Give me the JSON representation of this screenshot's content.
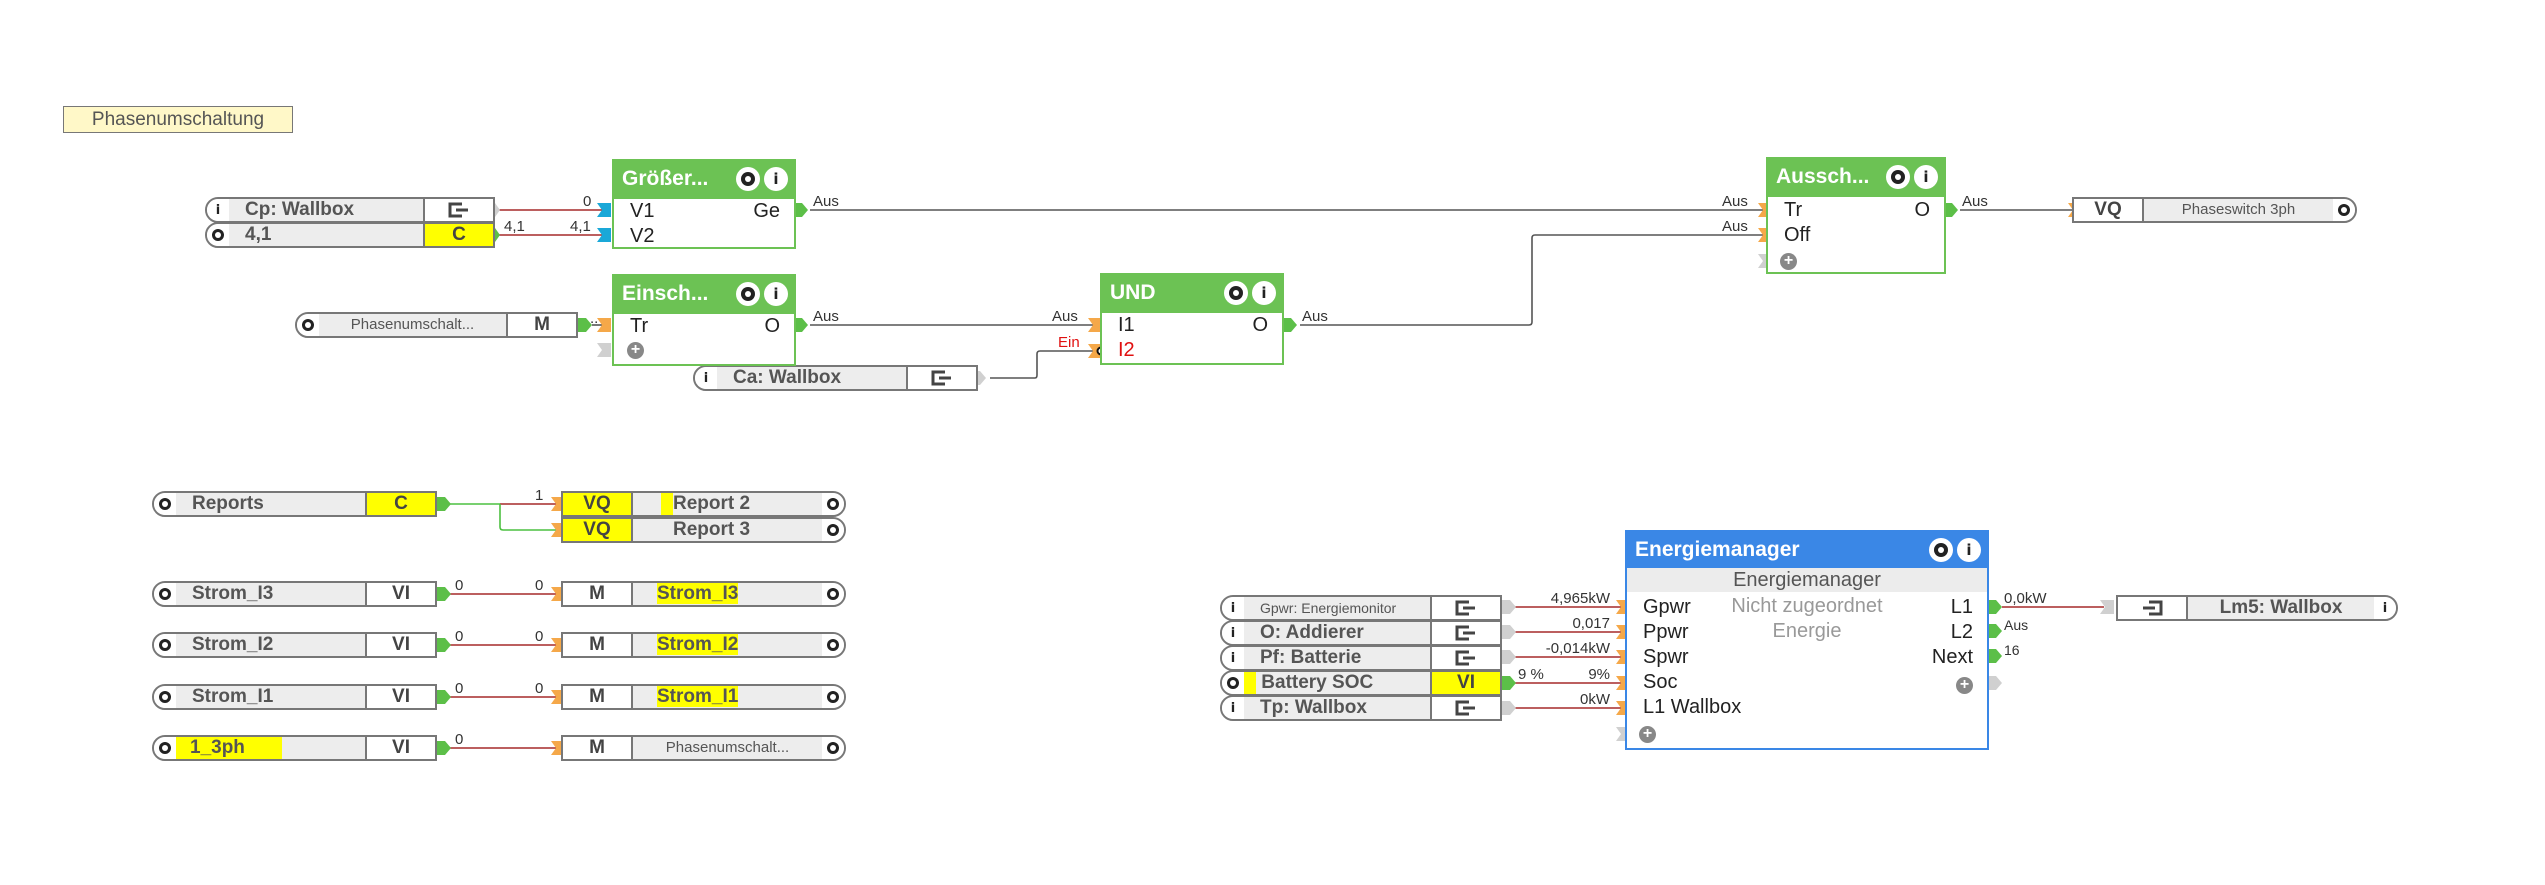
{
  "comment": "Phasenumschaltung",
  "colors": {
    "block_green": "#6cc254",
    "block_blue": "#3a87e6",
    "highlight": "#ffff00",
    "wire_red": "#a52a2a",
    "wire_gray": "#555555",
    "wire_green": "#4cc040",
    "input_orange": "#f5a849",
    "input_cyan": "#1aa8d8"
  },
  "nodes": {
    "cp_wallbox": {
      "name": "Cp: Wallbox",
      "icon": "exit-icon"
    },
    "const_41": {
      "name": "4,1",
      "type": "C"
    },
    "phasenumschalt_in": {
      "name": "Phasenumschalt...",
      "type": "M"
    },
    "ca_wallbox": {
      "name": "Ca: Wallbox",
      "icon": "exit-icon"
    },
    "phaseswitch": {
      "type": "VQ",
      "name": "Phaseswitch 3ph"
    },
    "reports": {
      "name": "Reports",
      "type": "C"
    },
    "report2": {
      "type": "VQ",
      "name": "Report 2"
    },
    "report3": {
      "type": "VQ",
      "name": "Report 3"
    },
    "strom_l3_src": {
      "name": "Strom_I3",
      "type": "VI"
    },
    "strom_l2_src": {
      "name": "Strom_I2",
      "type": "VI"
    },
    "strom_l1_src": {
      "name": "Strom_I1",
      "type": "VI"
    },
    "ph_src": {
      "name": "1_3ph",
      "type": "VI"
    },
    "strom_l3_dst": {
      "type": "M",
      "name": "Strom_I3"
    },
    "strom_l2_dst": {
      "type": "M",
      "name": "Strom_I2"
    },
    "strom_l1_dst": {
      "type": "M",
      "name": "Strom_I1"
    },
    "ph_dst": {
      "type": "M",
      "name": "Phasenumschalt..."
    },
    "gpwr": {
      "name": "Gpwr: Energiemonitor"
    },
    "addierer": {
      "name": "O: Addierer"
    },
    "batterie": {
      "name": "Pf: Batterie"
    },
    "battery_soc": {
      "name": "Battery SOC",
      "type": "VI"
    },
    "tp_wallbox": {
      "name": "Tp: Wallbox"
    },
    "lm5_wallbox": {
      "name": "Lm5: Wallbox"
    }
  },
  "blocks": {
    "groesser": {
      "title": "Größer...",
      "inputs": [
        "V1",
        "V2"
      ],
      "outputs": [
        "Ge"
      ]
    },
    "einsch": {
      "title": "Einsch...",
      "inputs": [
        "Tr"
      ],
      "outputs": [
        "O"
      ]
    },
    "und": {
      "title": "UND",
      "inputs": [
        "I1",
        "I2"
      ],
      "outputs": [
        "O"
      ]
    },
    "aussch": {
      "title": "Aussch...",
      "inputs": [
        "Tr",
        "Off"
      ],
      "outputs": [
        "O"
      ]
    },
    "energiemanager": {
      "title": "Energiemanager",
      "subtitle": "Energiemanager",
      "status1": "Nicht zugeordnet",
      "status2": "Energie",
      "inputs": [
        "Gpwr",
        "Ppwr",
        "Spwr",
        "Soc",
        "L1 Wallbox"
      ],
      "outputs": [
        "L1",
        "L2",
        "Next"
      ]
    }
  },
  "wire_labels": {
    "cp_v1": "0",
    "c41_out": "4,1",
    "c41_v2": "4,1",
    "groesser_out": "Aus",
    "aussch_tr": "Aus",
    "einsch_out": "Aus",
    "und_i1": "Aus",
    "und_i2": "Ein",
    "und_out": "Aus",
    "aussch_off": "Aus",
    "aussch_out": "Aus",
    "reports_out": "1",
    "l3_out": "0",
    "l3_in": "0",
    "l2_out": "0",
    "l2_in": "0",
    "l1_out": "0",
    "l1_in": "0",
    "ph_out": "0",
    "gpwr_in": "4,965kW",
    "ppwr_in": "0,017",
    "spwr_in": "-0,014kW",
    "soc_out": "9 %",
    "soc_in": "9%",
    "l1wb_in": "0kW",
    "em_l1": "0,0kW",
    "em_l2": "Aus",
    "em_next": "16",
    "einsch_in": ".."
  }
}
